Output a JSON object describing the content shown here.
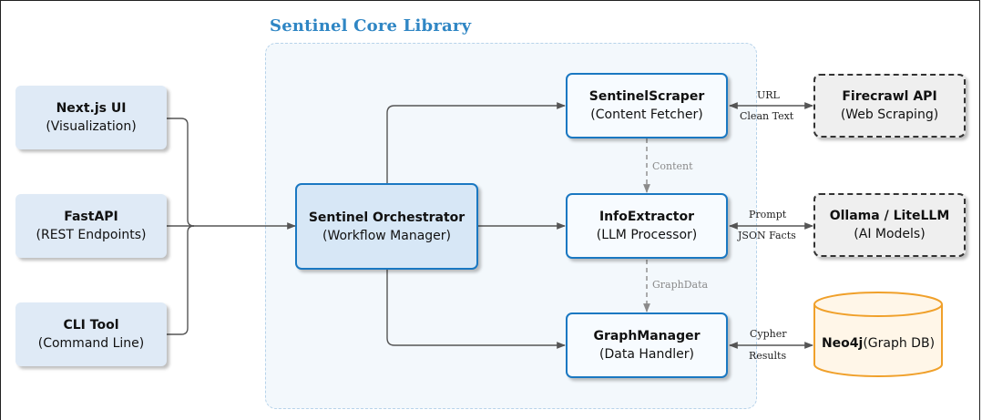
{
  "title": "Sentinel Core Library",
  "colors": {
    "accent": "#1a78c2",
    "client_fill": "#dfeaf6",
    "db_stroke": "#f0a02a",
    "db_fill": "#fff6e8"
  },
  "clients": [
    {
      "title": "Next.js UI",
      "subtitle": "(Visualization)"
    },
    {
      "title": "FastAPI",
      "subtitle": "(REST Endpoints)"
    },
    {
      "title": "CLI Tool",
      "subtitle": "(Command Line)"
    }
  ],
  "orchestrator": {
    "title": "Sentinel Orchestrator",
    "subtitle": "(Workflow Manager)"
  },
  "services": [
    {
      "title": "SentinelScraper",
      "subtitle": "(Content Fetcher)"
    },
    {
      "title": "InfoExtractor",
      "subtitle": "(LLM Processor)"
    },
    {
      "title": "GraphManager",
      "subtitle": "(Data Handler)"
    }
  ],
  "externals": [
    {
      "title": "Firecrawl API",
      "subtitle": "(Web Scraping)"
    },
    {
      "title": "Ollama / LiteLLM",
      "subtitle": "(AI Models)"
    }
  ],
  "database": {
    "title": "Neo4j",
    "subtitle": "(Graph DB)"
  },
  "edge_labels": {
    "content": "Content",
    "graphdata": "GraphData",
    "url": "URL",
    "clean_text": "Clean Text",
    "prompt": "Prompt",
    "json_facts": "JSON Facts",
    "cypher": "Cypher",
    "results": "Results"
  }
}
